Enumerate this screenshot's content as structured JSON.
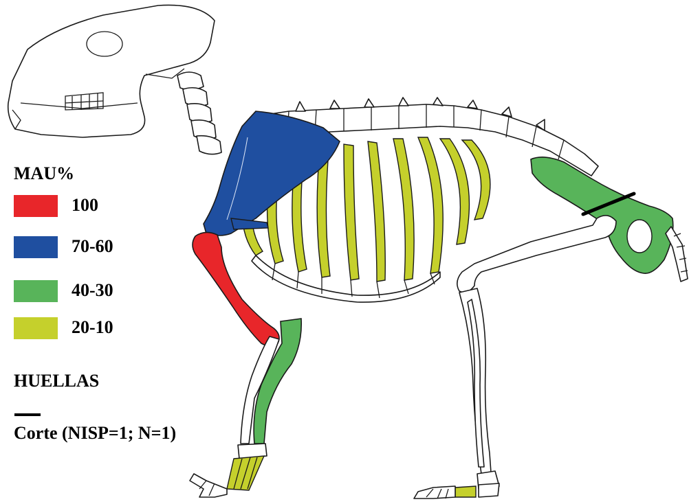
{
  "legend": {
    "title": "MAU%",
    "items": [
      {
        "label": "100",
        "color": "#e8262a"
      },
      {
        "label": "70-60",
        "color": "#1f4fa0"
      },
      {
        "label": "40-30",
        "color": "#58b45a"
      },
      {
        "label": "20-10",
        "color": "#c5d02c"
      }
    ]
  },
  "marks": {
    "title": "HUELLAS",
    "cut_label": "Corte (NISP=1; N=1)",
    "cut_color": "#000000"
  },
  "colors": {
    "outline": "#1a1a1a",
    "bone_fill": "#ffffff",
    "background": "#ffffff"
  }
}
